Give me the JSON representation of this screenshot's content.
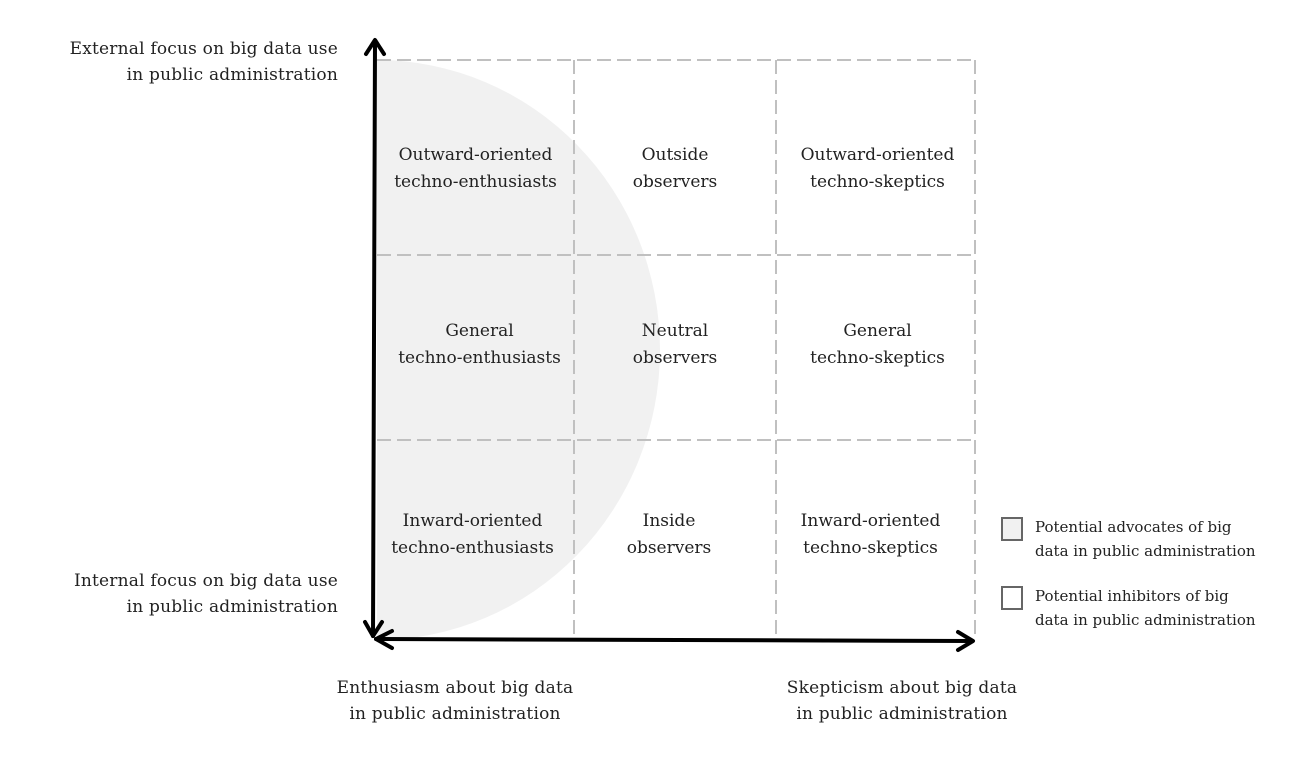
{
  "diagram": {
    "colors": {
      "advocate_fill": "#f1f1f1",
      "inhibitor_fill": "#ffffff",
      "grid_line": "#c0c0c0",
      "axis": "#000000",
      "swatch_border": "#666666"
    },
    "y_axis": {
      "top_label": [
        "External focus on big data use",
        "in public administration"
      ],
      "bottom_label": [
        "Internal focus on big data use",
        "in public administration"
      ]
    },
    "x_axis": {
      "left_label": [
        "Enthusiasm about big data",
        "in  public administration"
      ],
      "right_label": [
        "Skepticism about big data",
        "in public administration"
      ]
    },
    "cells": [
      {
        "row": "external",
        "col": "enthusiasm",
        "lines": [
          "Outward-oriented",
          "techno-enthusiasts"
        ]
      },
      {
        "row": "external",
        "col": "neutral",
        "lines": [
          "Outside",
          "observers"
        ]
      },
      {
        "row": "external",
        "col": "skepticism",
        "lines": [
          "Outward-oriented",
          "techno-skeptics"
        ]
      },
      {
        "row": "general",
        "col": "enthusiasm",
        "lines": [
          "General",
          "techno-enthusiasts"
        ]
      },
      {
        "row": "general",
        "col": "neutral",
        "lines": [
          "Neutral",
          "observers"
        ]
      },
      {
        "row": "general",
        "col": "skepticism",
        "lines": [
          "General",
          "techno-skeptics"
        ]
      },
      {
        "row": "internal",
        "col": "enthusiasm",
        "lines": [
          "Inward-oriented",
          "techno-enthusiasts"
        ]
      },
      {
        "row": "internal",
        "col": "neutral",
        "lines": [
          "Inside",
          "observers"
        ]
      },
      {
        "row": "internal",
        "col": "skepticism",
        "lines": [
          "Inward-oriented",
          "techno-skeptics"
        ]
      }
    ],
    "legend": [
      {
        "key": "advocates",
        "lines": [
          "Potential advocates of big",
          "data in public administration"
        ]
      },
      {
        "key": "inhibitors",
        "lines": [
          "Potential inhibitors of big",
          "data in public administration"
        ]
      }
    ]
  }
}
